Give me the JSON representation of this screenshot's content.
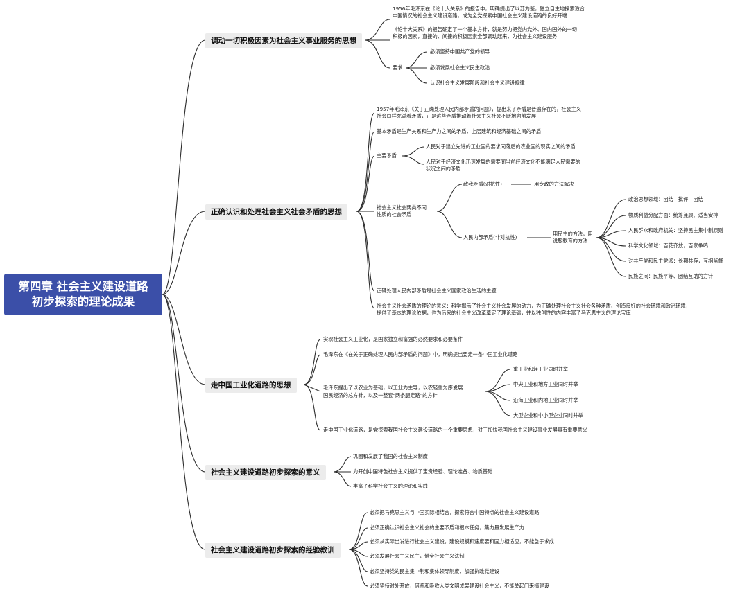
{
  "root": {
    "line1": "第四章  社会主义建设道路",
    "line2": "初步探索的理论成果"
  },
  "b1": {
    "label": "调动一切积极因素为社会主义事业服务的思想",
    "n1_l1": "1956年毛泽东在《论十大关系》的报告中，明确提出了以苏为鉴，独立自主地探索适合",
    "n1_l2": "中国情况的社会主义建设道路，成为全党探索中国社会主义建设道路的良好开端",
    "n2_l1": "《论十大关系》的报告确定了一个基本方针，就是努力把党内党外、国内国外的一切",
    "n2_l2": "积极的因素，直接的、间接的积极因素全部调动起来，为社会主义建设服务",
    "req": "要求",
    "req_items": [
      "必须坚持中国共产党的领导",
      "必须发展社会主义民主政治",
      "认识社会主义发展阶段和社会主义建设规律"
    ]
  },
  "b2": {
    "label": "正确认识和处理社会主义社会矛盾的思想",
    "n1_l1": "1957年毛泽东《关于正确处理人民内部矛盾的问题》，提出来了矛盾是普遍存在的，社会主义",
    "n1_l2": "社会同样充满着矛盾，正是这些矛盾推动着社会主义社会不断地向前发展",
    "n2": "基本矛盾是生产关系和生产力之间的矛盾，上层建筑和经济基础之间的矛盾",
    "main": "主要矛盾",
    "main_a": "人民对于建立先进的工业国的要求同落后的农业国的现实之间的矛盾",
    "main_b_l1": "人民对于经济文化迅速发展的需要同当前经济文化不能满足人民需要的",
    "main_b_l2": "状况之间的矛盾",
    "two_l1": "社会主义社会两类不同",
    "two_l2": "性质的社会矛盾",
    "enemy": "敌我矛盾(对抗性)",
    "enemy_sol": "用专政的方法解决",
    "people": "人民内部矛盾(非对抗性)",
    "people_sol_l1": "用民主的方法，用",
    "people_sol_l2": "说服教育的方法",
    "domains": [
      "政治思想领域：团结—批评—团结",
      "物质利益分配方面：统筹兼顾、适当安排",
      "人民群众和政府机关：坚持民主集中制原则",
      "科学文化领域：百花齐放，百家争鸣",
      "对共产党和民主党派：长期共存，互相监督",
      "民族之间：民族平等、团结互助的方针"
    ],
    "theme": "正确处理人民内部矛盾是社会主义国家政治生活的主题",
    "sig_l1": "社会主义社会矛盾的理论的意义：科学揭示了社会主义社会发展的动力，为正确处理社会主义社会各种矛盾、创造良好的社会环境和政治环境，",
    "sig_l2": "提供了基本的理论依据，也为后来的社会主义改革奠定了理论基础，并以独创性的内容丰富了马克思主义的理论宝库"
  },
  "b3": {
    "label": "走中国工业化道路的思想",
    "n1": "实现社会主义工业化，是国家独立和富强的必然要求和必要条件",
    "n2": "毛泽东在《在关于正确处理人民内部矛盾的问题》中，明确提出要走一条中国工业化道路",
    "n3_l1": "毛泽东提出了以农业为基础，以工业为主导，以农轻重为序发展",
    "n3_l2": "国民经济的总方针，以及一整套\"两条腿走路\"的方针",
    "n3_items": [
      "重工业和轻工业同时并举",
      "中央工业和地方工业同时并举",
      "沿海工业和内地工业同时并举",
      "大型企业和中小型企业同时并举"
    ],
    "n4": "走中国工业化道路，是党探索我国社会主义建设道路的一个重要思想，对于加快我国社会主义建设事业发展具有重要意义"
  },
  "b4": {
    "label": "社会主义建设道路初步探索的意义",
    "items": [
      "巩固和发展了我国的社会主义制度",
      "为开创中国特色社会主义提供了宝贵经验、理论准备、物质基础",
      "丰富了科学社会主义的理论和实践"
    ]
  },
  "b5": {
    "label": "社会主义建设道路初步探索的经验教训",
    "items": [
      "必须把马克思主义与中国实际相结合，探索符合中国特点的社会主义建设道路",
      "必须正确认识社会主义社会的主要矛盾和根本任务，集力量发展生产力",
      "必须从实际出发进行社会主义建设，建设规模和速度要和国力相适应，不能急于求成",
      "必须发展社会主义民主，健全社会主义法制",
      "必须坚持党的民主集中制和集体领导制度，加强执政党建设",
      "必须坚持对外开放，借鉴和吸收人类文明成果建设社会主义，不能关起门来搞建设"
    ]
  }
}
